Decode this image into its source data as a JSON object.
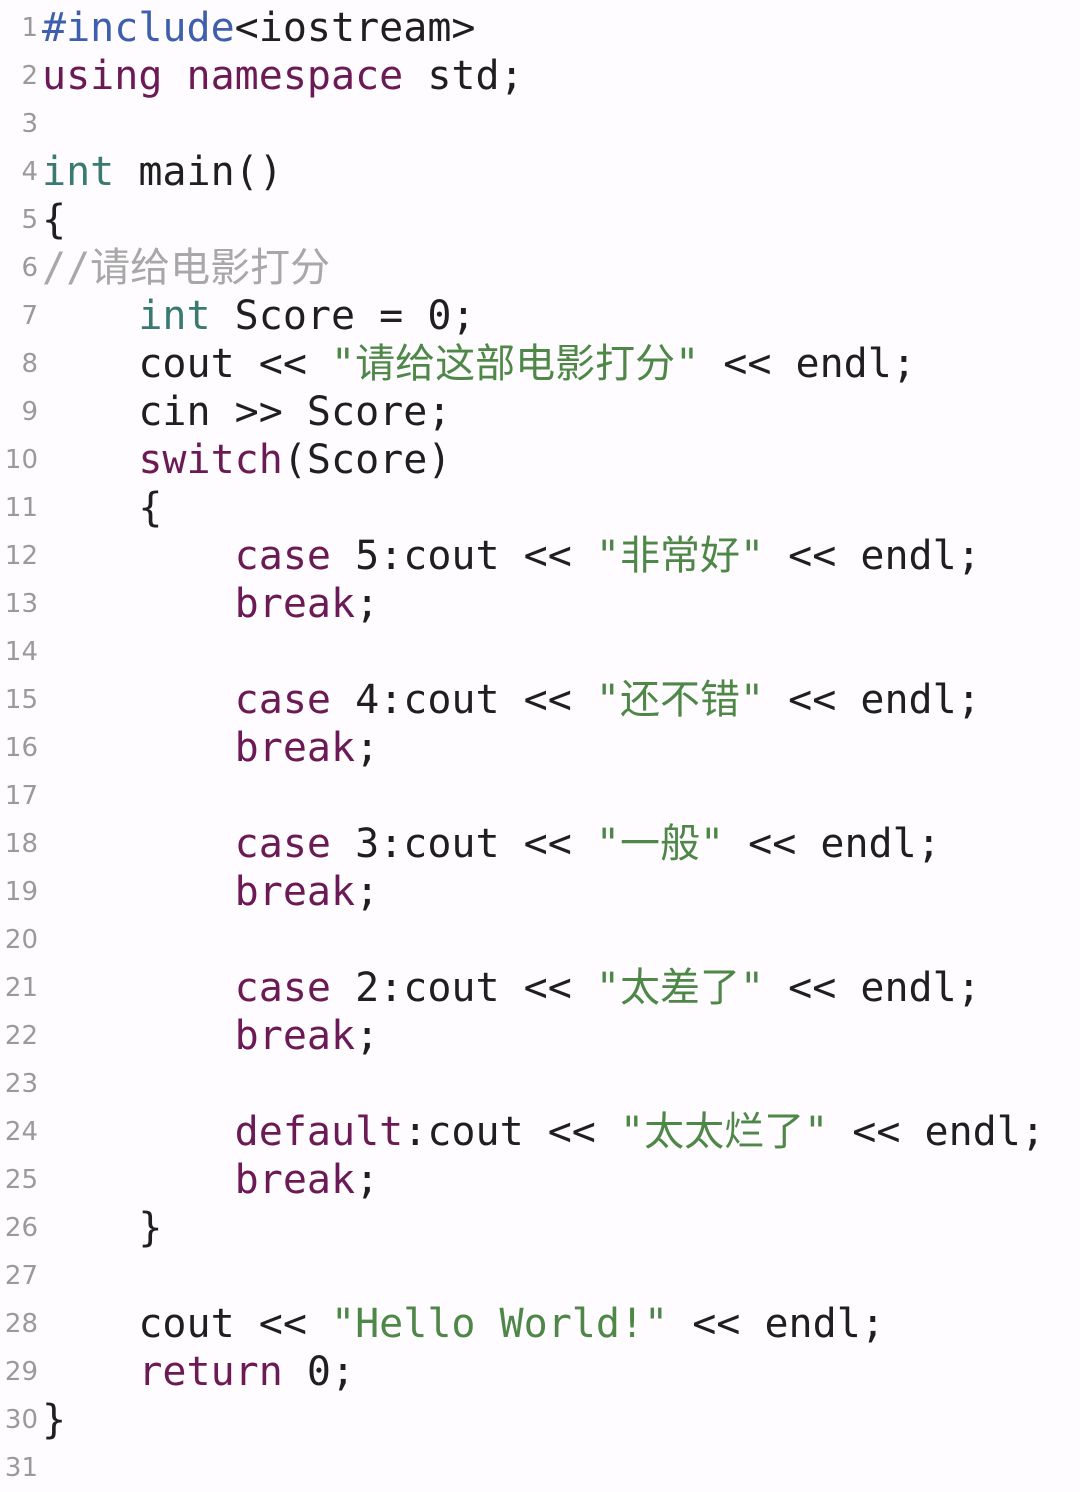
{
  "editor": {
    "colors": {
      "background": "#fefcfe",
      "keyword": "#6b1a55",
      "type": "#3b7a72",
      "preprocessor": "#3d5fad",
      "string": "#4e8748",
      "comment": "#a8a8a8",
      "line_number": "#9a9a9a",
      "text": "#1f1f1f"
    },
    "lines": [
      {
        "n": "1",
        "tokens": [
          [
            "pp",
            "#include"
          ],
          [
            "",
            "<iostream>"
          ]
        ]
      },
      {
        "n": "2",
        "tokens": [
          [
            "kw",
            "using"
          ],
          [
            "",
            " "
          ],
          [
            "kw",
            "namespace"
          ],
          [
            "",
            " std;"
          ]
        ]
      },
      {
        "n": "3",
        "tokens": []
      },
      {
        "n": "4",
        "tokens": [
          [
            "ty",
            "int"
          ],
          [
            "",
            " main()"
          ]
        ]
      },
      {
        "n": "5",
        "tokens": [
          [
            "",
            "{"
          ]
        ]
      },
      {
        "n": "6",
        "tokens": [
          [
            "cm",
            "//请给电影打分"
          ]
        ]
      },
      {
        "n": "7",
        "tokens": [
          [
            "",
            "    "
          ],
          [
            "ty",
            "int"
          ],
          [
            "",
            " Score = 0;"
          ]
        ]
      },
      {
        "n": "8",
        "tokens": [
          [
            "",
            "    cout << "
          ],
          [
            "str",
            "\"请给这部电影打分\""
          ],
          [
            "",
            " << endl;"
          ]
        ]
      },
      {
        "n": "9",
        "tokens": [
          [
            "",
            "    cin >> Score;"
          ]
        ]
      },
      {
        "n": "10",
        "tokens": [
          [
            "",
            "    "
          ],
          [
            "kw",
            "switch"
          ],
          [
            "",
            "(Score)"
          ]
        ]
      },
      {
        "n": "11",
        "tokens": [
          [
            "",
            "    {"
          ]
        ]
      },
      {
        "n": "12",
        "tokens": [
          [
            "",
            "        "
          ],
          [
            "kw",
            "case"
          ],
          [
            "",
            " 5:cout << "
          ],
          [
            "str",
            "\"非常好\""
          ],
          [
            "",
            " << endl;"
          ]
        ]
      },
      {
        "n": "13",
        "tokens": [
          [
            "",
            "        "
          ],
          [
            "kw",
            "break"
          ],
          [
            "",
            ";"
          ]
        ]
      },
      {
        "n": "14",
        "tokens": []
      },
      {
        "n": "15",
        "tokens": [
          [
            "",
            "        "
          ],
          [
            "kw",
            "case"
          ],
          [
            "",
            " 4:cout << "
          ],
          [
            "str",
            "\"还不错\""
          ],
          [
            "",
            " << endl;"
          ]
        ]
      },
      {
        "n": "16",
        "tokens": [
          [
            "",
            "        "
          ],
          [
            "kw",
            "break"
          ],
          [
            "",
            ";"
          ]
        ]
      },
      {
        "n": "17",
        "tokens": []
      },
      {
        "n": "18",
        "tokens": [
          [
            "",
            "        "
          ],
          [
            "kw",
            "case"
          ],
          [
            "",
            " 3:cout << "
          ],
          [
            "str",
            "\"一般\""
          ],
          [
            "",
            " << endl;"
          ]
        ]
      },
      {
        "n": "19",
        "tokens": [
          [
            "",
            "        "
          ],
          [
            "kw",
            "break"
          ],
          [
            "",
            ";"
          ]
        ]
      },
      {
        "n": "20",
        "tokens": []
      },
      {
        "n": "21",
        "tokens": [
          [
            "",
            "        "
          ],
          [
            "kw",
            "case"
          ],
          [
            "",
            " 2:cout << "
          ],
          [
            "str",
            "\"太差了\""
          ],
          [
            "",
            " << endl;"
          ]
        ]
      },
      {
        "n": "22",
        "tokens": [
          [
            "",
            "        "
          ],
          [
            "kw",
            "break"
          ],
          [
            "",
            ";"
          ]
        ]
      },
      {
        "n": "23",
        "tokens": []
      },
      {
        "n": "24",
        "tokens": [
          [
            "",
            "        "
          ],
          [
            "kw",
            "default"
          ],
          [
            "",
            ":cout << "
          ],
          [
            "str",
            "\"太太烂了\""
          ],
          [
            "",
            " << endl;"
          ]
        ]
      },
      {
        "n": "25",
        "tokens": [
          [
            "",
            "        "
          ],
          [
            "kw",
            "break"
          ],
          [
            "",
            ";"
          ]
        ]
      },
      {
        "n": "26",
        "tokens": [
          [
            "",
            "    }"
          ]
        ]
      },
      {
        "n": "27",
        "tokens": []
      },
      {
        "n": "28",
        "tokens": [
          [
            "",
            "    cout << "
          ],
          [
            "str",
            "\"Hello World!\""
          ],
          [
            "",
            " << endl;"
          ]
        ]
      },
      {
        "n": "29",
        "tokens": [
          [
            "",
            "    "
          ],
          [
            "kw",
            "return"
          ],
          [
            "",
            " 0;"
          ]
        ]
      },
      {
        "n": "30",
        "tokens": [
          [
            "",
            "}"
          ]
        ]
      },
      {
        "n": "31",
        "tokens": []
      }
    ]
  }
}
